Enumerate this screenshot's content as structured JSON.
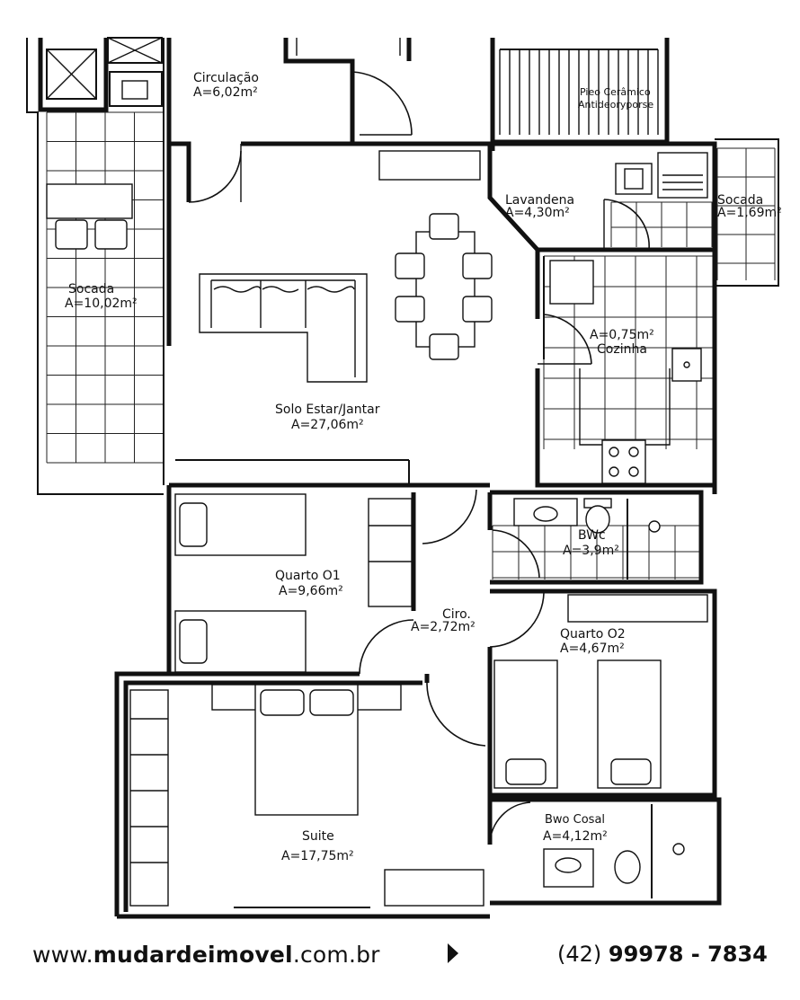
{
  "rooms": {
    "circulacao": {
      "name": "Circulação",
      "area": "A=6,02m²"
    },
    "piso_ceramico": {
      "line1": "Pieo Cerâmico",
      "line2": "Antideoryporse"
    },
    "lavanderia": {
      "name": "Lavandena",
      "area": "A=4,30m²"
    },
    "sacada_small": {
      "name": "Socada",
      "area": "A=1,69m²"
    },
    "sacada_big": {
      "name": "Socada",
      "area": "A=10,02m²"
    },
    "cozinha": {
      "area": "A=0,75m²",
      "name": "Cozinha"
    },
    "estar_jantar": {
      "name": "Solo Estar/Jantar",
      "area": "A=27,06m²"
    },
    "bwc": {
      "name": "BWc",
      "area": "A=3,9m²"
    },
    "quarto01": {
      "name": "Quarto O1",
      "area": "A=9,66m²"
    },
    "circ2": {
      "name": "Ciro.",
      "area": "A=2,72m²"
    },
    "quarto02": {
      "name": "Quarto O2",
      "area": "A=4,67m²"
    },
    "suite": {
      "name": "Suite",
      "area": "A=17,75m²"
    },
    "bwc_casal": {
      "name": "Bwo Cosal",
      "area": "A=4,12m²"
    }
  },
  "footer": {
    "url_prefix": "www.",
    "url_brand": "mudardeimovel",
    "url_suffix": ".com.br",
    "phone_area": "(42) ",
    "phone_number": "99978 - 7834",
    "arrow_icon": "play-arrow-icon"
  }
}
